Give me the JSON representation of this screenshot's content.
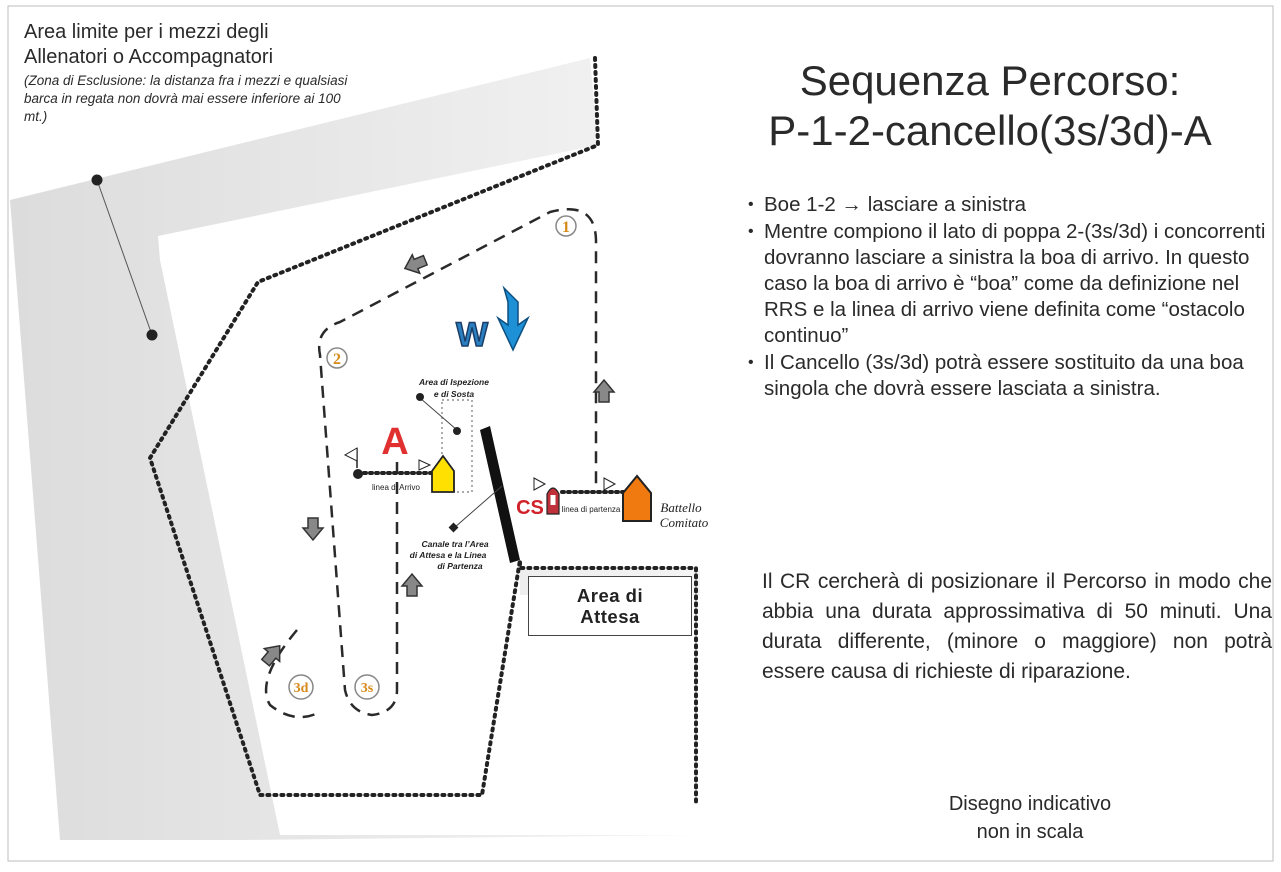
{
  "exclusion_area": {
    "line1": "Area limite per i mezzi degli",
    "line2": "Allenatori o Accompagnatori",
    "note": "(Zona di Esclusione: la distanza fra i mezzi e qualsiasi barca in regata non dovrà mai essere inferiore ai 100 mt.)"
  },
  "title": {
    "line1": "Sequenza Percorso:",
    "line2": "P-1-2-cancello(3s/3d)-A"
  },
  "bullets": [
    "Boe 1-2 → lasciare a sinistra",
    "Mentre compiono il lato di poppa 2-(3s/3d) i concorrenti dovranno lasciare a sinistra la boa di arrivo. In questo caso la boa di arrivo è “boa” come da definizione nel RRS e la linea di arrivo viene definita come “ostacolo continuo”",
    "Il Cancello (3s/3d) potrà essere sostituito da una boa singola che dovrà essere lasciata a sinistra."
  ],
  "cr_note": "Il CR cercherà di posizionare il Percorso in modo che abbia una durata approssimativa di 50 minuti. Una durata differente, (minore o maggiore) non potrà essere causa di richieste di riparazione.",
  "disclaimer": {
    "line1": "Disegno indicativo",
    "line2": "non in scala"
  },
  "diagram": {
    "wind_label": "W",
    "finish_mark_letter": "A",
    "committee_letters": "CS",
    "marks": {
      "mark1": "1",
      "mark2": "2",
      "mark3s": "3s",
      "mark3d": "3d"
    },
    "inspection_area": {
      "line1": "Area di Ispezione",
      "line2": "e di Sosta"
    },
    "finish_line_label": "linea di Arrivo",
    "start_line_label": "linea di partenza",
    "committee_boat": {
      "line1": "Battello",
      "line2": "Comitato"
    },
    "channel": {
      "line1": "Canale tra l’Area",
      "line2": "di Attesa e la Linea",
      "line3": "di Partenza"
    },
    "waiting_area": {
      "line1": "Area di",
      "line2": "Attesa"
    }
  },
  "colors": {
    "wind_arrow": "#1e90d6",
    "wind_letter": "#2a7fc0",
    "finish_letter": "#e03030",
    "committee_letters": "#d0222a",
    "finish_buoy": "#ffe000",
    "committee_boat": "#f07a10",
    "mark_number": "#d68a1a",
    "shading": "#e9e9e9"
  }
}
